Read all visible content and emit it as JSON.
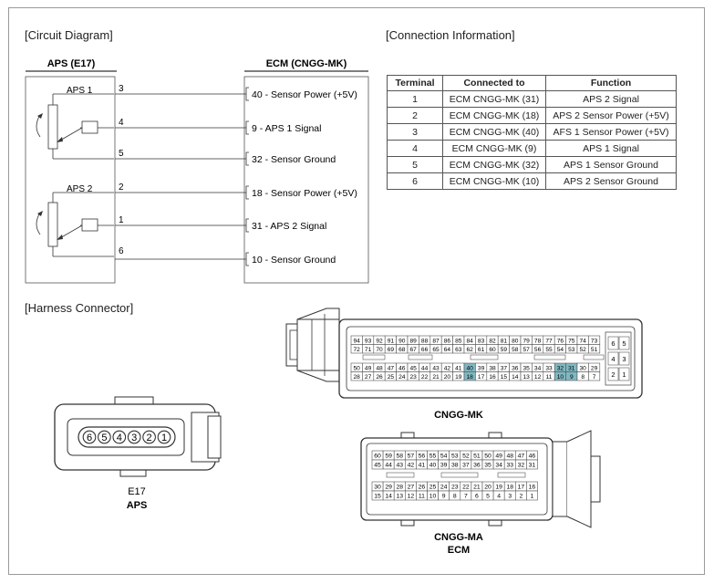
{
  "sections": {
    "circuit": "[Circuit Diagram]",
    "connection": "[Connection Information]",
    "harness": "[Harness Connector]"
  },
  "circuit": {
    "left_title": "APS (E17)",
    "right_title": "ECM (CNGG-MK)",
    "aps1": "APS 1",
    "aps2": "APS 2",
    "left_pins": [
      "3",
      "4",
      "5",
      "2",
      "1",
      "6"
    ],
    "ecm_pins": [
      "40 - Sensor Power (+5V)",
      "9 - APS 1 Signal",
      "32 - Sensor Ground",
      "18 - Sensor Power (+5V)",
      "31 - APS 2 Signal",
      "10 - Sensor Ground"
    ]
  },
  "table": {
    "headers": [
      "Terminal",
      "Connected to",
      "Function"
    ],
    "rows": [
      [
        "1",
        "ECM CNGG-MK (31)",
        "APS 2 Signal"
      ],
      [
        "2",
        "ECM CNGG-MK (18)",
        "APS 2 Sensor Power (+5V)"
      ],
      [
        "3",
        "ECM CNGG-MK (40)",
        "AFS 1 Sensor Power (+5V)"
      ],
      [
        "4",
        "ECM CNGG-MK (9)",
        "APS 1 Signal"
      ],
      [
        "5",
        "ECM CNGG-MK (32)",
        "APS 1 Sensor Ground"
      ],
      [
        "6",
        "ECM CNGG-MK (10)",
        "APS 2 Sensor Ground"
      ]
    ]
  },
  "harness": {
    "e17_pins": [
      "6",
      "5",
      "4",
      "3",
      "2",
      "1"
    ],
    "e17_label1": "E17",
    "e17_label2": "APS",
    "mk_label": "CNGG-MK",
    "ma_label1": "CNGG-MA",
    "ma_label2": "ECM",
    "mk_rows": [
      [
        "94",
        "93",
        "92",
        "91",
        "90",
        "89",
        "88",
        "87",
        "86",
        "85",
        "84",
        "83",
        "82",
        "81",
        "80",
        "79",
        "78",
        "77",
        "76",
        "75",
        "74",
        "73"
      ],
      [
        "72",
        "71",
        "70",
        "69",
        "68",
        "67",
        "66",
        "65",
        "64",
        "63",
        "62",
        "61",
        "60",
        "59",
        "58",
        "57",
        "56",
        "55",
        "54",
        "53",
        "52",
        "51"
      ],
      [
        "50",
        "49",
        "48",
        "47",
        "46",
        "45",
        "44",
        "43",
        "42",
        "41",
        "40",
        "39",
        "38",
        "37",
        "36",
        "35",
        "34",
        "33",
        "32",
        "31",
        "30",
        "29"
      ],
      [
        "28",
        "27",
        "26",
        "25",
        "24",
        "23",
        "22",
        "21",
        "20",
        "19",
        "18",
        "17",
        "16",
        "15",
        "14",
        "13",
        "12",
        "11",
        "10",
        "9",
        "8",
        "7"
      ]
    ],
    "mk_side": [
      "6",
      "5",
      "4",
      "3",
      "2",
      "1"
    ],
    "mk_highlight": [
      "40",
      "31",
      "32",
      "18",
      "10",
      "9"
    ],
    "ma_rows": [
      [
        "60",
        "59",
        "58",
        "57",
        "56",
        "55",
        "54",
        "53",
        "52",
        "51",
        "50",
        "49",
        "48",
        "47",
        "46"
      ],
      [
        "45",
        "44",
        "43",
        "42",
        "41",
        "40",
        "39",
        "38",
        "37",
        "36",
        "35",
        "34",
        "33",
        "32",
        "31"
      ],
      [
        "30",
        "29",
        "28",
        "27",
        "26",
        "25",
        "24",
        "23",
        "22",
        "21",
        "20",
        "19",
        "18",
        "17",
        "16"
      ],
      [
        "15",
        "14",
        "13",
        "12",
        "11",
        "10",
        "9",
        "8",
        "7",
        "6",
        "5",
        "4",
        "3",
        "2",
        "1"
      ]
    ],
    "highlight_color": "#7fb8c2"
  }
}
